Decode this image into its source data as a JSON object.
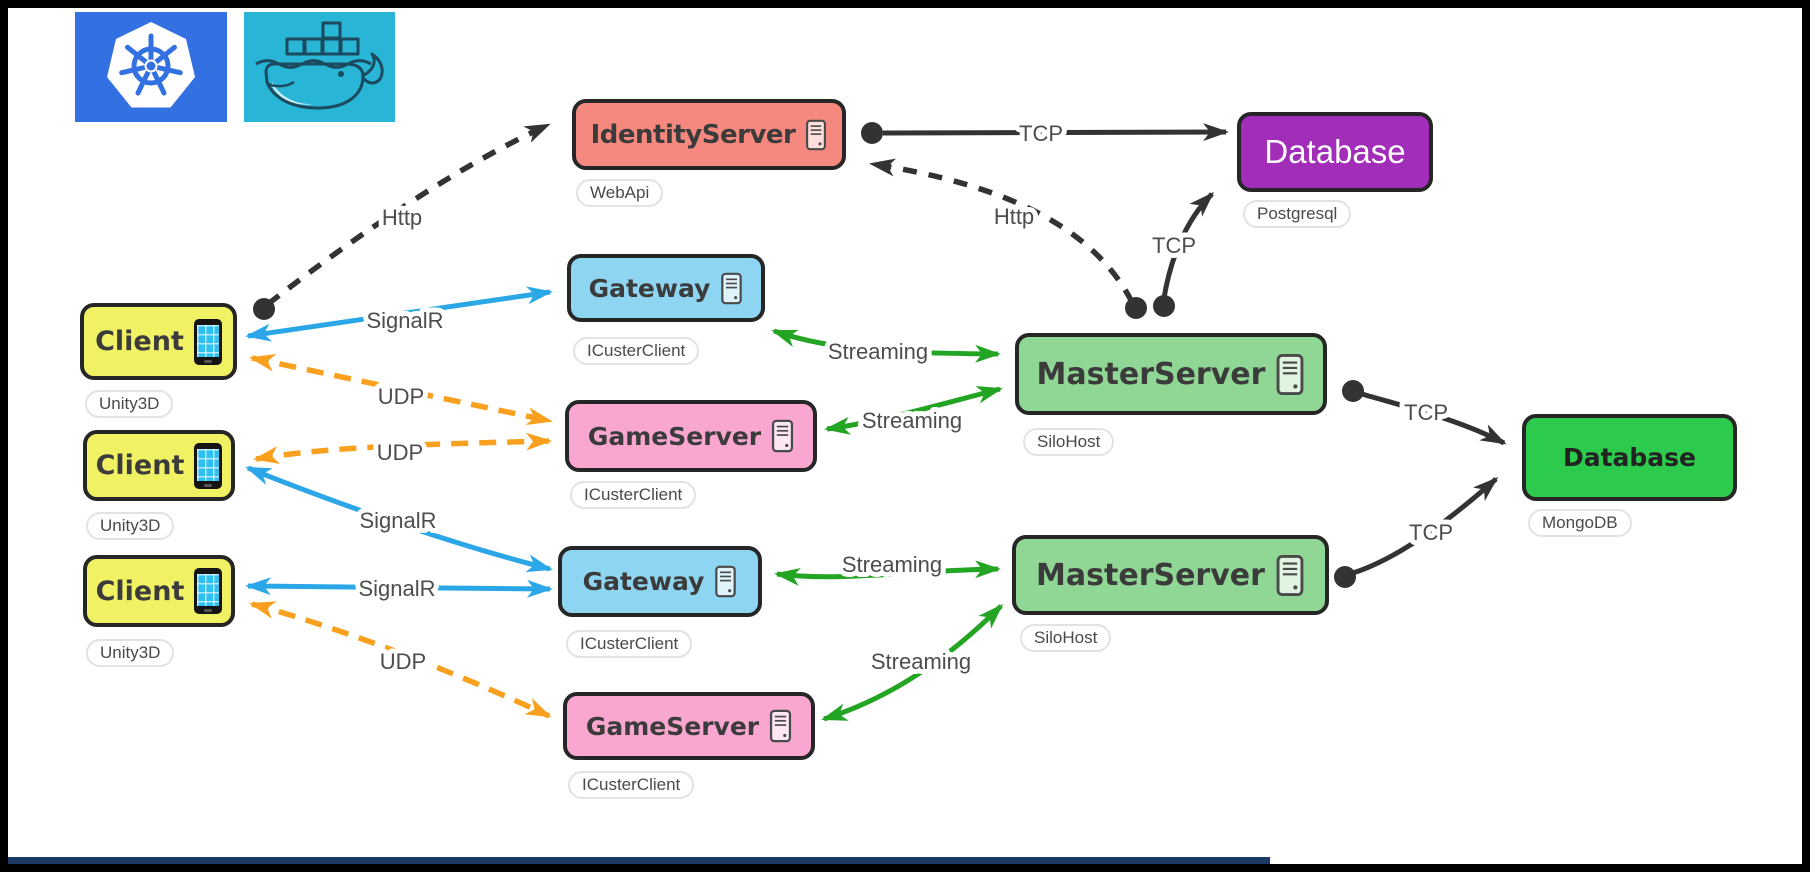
{
  "diagram_title": "game-services-architecture",
  "logos": [
    {
      "name": "kubernetes-logo",
      "color": "#3371E3"
    },
    {
      "name": "docker-logo",
      "color": "#29B5D6"
    }
  ],
  "nodes": {
    "identity": {
      "title": "IdentityServer",
      "tag": "WebApi",
      "color": "#F6897F"
    },
    "db_postgres": {
      "title": "Database",
      "tag": "Postgresql",
      "color": "#A12DB8"
    },
    "gateway1": {
      "title": "Gateway",
      "tag": "ICusterClient",
      "color": "#8DD5F0"
    },
    "gameserver1": {
      "title": "GameServer",
      "tag": "ICusterClient",
      "color": "#F9A7D1"
    },
    "master1": {
      "title": "MasterServer",
      "tag": "SiloHost",
      "color": "#90D795"
    },
    "client1": {
      "title": "Client",
      "tag": "Unity3D",
      "color": "#F0F163"
    },
    "client2": {
      "title": "Client",
      "tag": "Unity3D",
      "color": "#F0F163"
    },
    "client3": {
      "title": "Client",
      "tag": "Unity3D",
      "color": "#F0F163"
    },
    "gateway2": {
      "title": "Gateway",
      "tag": "ICusterClient",
      "color": "#8DD5F0"
    },
    "gameserver2": {
      "title": "GameServer",
      "tag": "ICusterClient",
      "color": "#F9A7D1"
    },
    "master2": {
      "title": "MasterServer",
      "tag": "SiloHost",
      "color": "#90D795"
    },
    "db_mongo": {
      "title": "Database",
      "tag": "MongoDB",
      "color": "#2CCB4E"
    }
  },
  "edge_labels": {
    "http_client": "Http",
    "http_master": "Http",
    "tcp_identity_pg": "TCP",
    "tcp_master1_pg": "TCP",
    "tcp_master1_mongo": "TCP",
    "tcp_master2_mongo": "TCP",
    "signalr1": "SignalR",
    "signalr2": "SignalR",
    "signalr3": "SignalR",
    "udp1": "UDP",
    "udp2": "UDP",
    "udp3": "UDP",
    "streaming1": "Streaming",
    "streaming2": "Streaming",
    "streaming3": "Streaming",
    "streaming4": "Streaming"
  },
  "edge_colors": {
    "http_tcp": "#333333",
    "signalr": "#2BA7E8",
    "udp": "#F9A11E",
    "streaming": "#23A423"
  },
  "footer_bar_color": "#1B3A66"
}
